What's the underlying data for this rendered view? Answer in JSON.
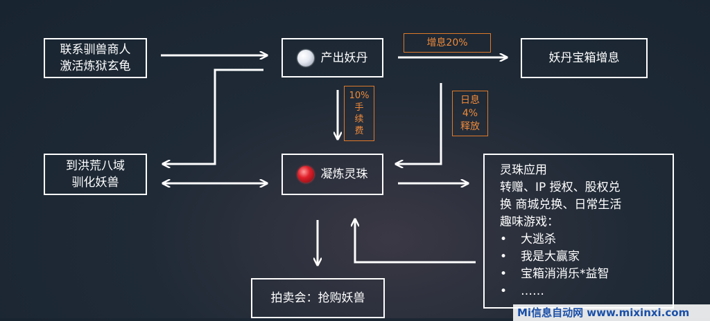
{
  "nodes": {
    "merchant": {
      "lines": [
        "联系驯兽商人",
        "激活炼狱玄龟"
      ]
    },
    "produce": {
      "label": "产出妖丹"
    },
    "chest": {
      "label": "妖丹宝箱增息"
    },
    "wilderness": {
      "lines": [
        "到洪荒八域",
        "驯化妖兽"
      ]
    },
    "refine": {
      "label": "凝炼灵珠"
    },
    "auction": {
      "label": "拍卖会：抢购妖兽"
    },
    "application": {
      "title": "灵珠应用",
      "lines": [
        "转赠、IP 授权、股权兑",
        "换 商城兑换、日常生活",
        "趣味游戏："
      ],
      "games": [
        "大逃杀",
        "我是大赢家",
        "宝箱消消乐*益智",
        "……"
      ]
    }
  },
  "labels": {
    "interest": "增息20%",
    "fee": [
      "10%",
      "手",
      "续",
      "费"
    ],
    "daily": [
      "日息",
      "4%",
      "释放"
    ]
  },
  "icons": {
    "pearl": "white-pearl-icon",
    "gem": "red-gem-icon"
  },
  "watermark": "Mi信息自动网 www.mixinxi.com",
  "colors": {
    "line": "#ffffff",
    "label": "#f08a3a"
  }
}
